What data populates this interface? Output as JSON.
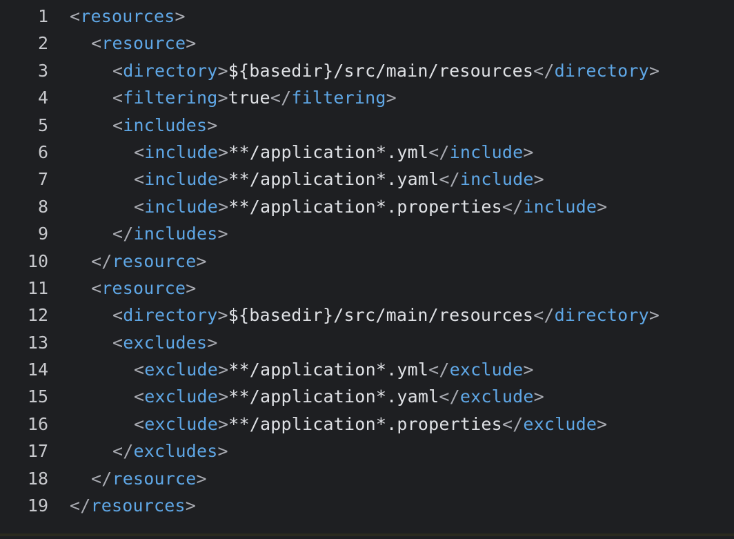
{
  "editor": {
    "colors": {
      "background": "#1e1f22",
      "tag": "#5fa7e6",
      "bracket": "#a9abb2",
      "text": "#dfe1e5",
      "line_number": "#c7c8cc"
    },
    "lines": [
      {
        "number": "1",
        "indent": 0,
        "open": "<",
        "tag": "resources",
        "close": ">",
        "text": "",
        "end_open": "",
        "end_tag": "",
        "end_close": ""
      },
      {
        "number": "2",
        "indent": 1,
        "open": "<",
        "tag": "resource",
        "close": ">",
        "text": "",
        "end_open": "",
        "end_tag": "",
        "end_close": ""
      },
      {
        "number": "3",
        "indent": 2,
        "open": "<",
        "tag": "directory",
        "close": ">",
        "text": "${basedir}/src/main/resources",
        "end_open": "</",
        "end_tag": "directory",
        "end_close": ">"
      },
      {
        "number": "4",
        "indent": 2,
        "open": "<",
        "tag": "filtering",
        "close": ">",
        "text": "true",
        "end_open": "</",
        "end_tag": "filtering",
        "end_close": ">"
      },
      {
        "number": "5",
        "indent": 2,
        "open": "<",
        "tag": "includes",
        "close": ">",
        "text": "",
        "end_open": "",
        "end_tag": "",
        "end_close": ""
      },
      {
        "number": "6",
        "indent": 3,
        "open": "<",
        "tag": "include",
        "close": ">",
        "text": "**/application*.yml",
        "end_open": "</",
        "end_tag": "include",
        "end_close": ">"
      },
      {
        "number": "7",
        "indent": 3,
        "open": "<",
        "tag": "include",
        "close": ">",
        "text": "**/application*.yaml",
        "end_open": "</",
        "end_tag": "include",
        "end_close": ">"
      },
      {
        "number": "8",
        "indent": 3,
        "open": "<",
        "tag": "include",
        "close": ">",
        "text": "**/application*.properties",
        "end_open": "</",
        "end_tag": "include",
        "end_close": ">"
      },
      {
        "number": "9",
        "indent": 2,
        "open": "</",
        "tag": "includes",
        "close": ">",
        "text": "",
        "end_open": "",
        "end_tag": "",
        "end_close": ""
      },
      {
        "number": "10",
        "indent": 1,
        "open": "</",
        "tag": "resource",
        "close": ">",
        "text": "",
        "end_open": "",
        "end_tag": "",
        "end_close": ""
      },
      {
        "number": "11",
        "indent": 1,
        "open": "<",
        "tag": "resource",
        "close": ">",
        "text": "",
        "end_open": "",
        "end_tag": "",
        "end_close": ""
      },
      {
        "number": "12",
        "indent": 2,
        "open": "<",
        "tag": "directory",
        "close": ">",
        "text": "${basedir}/src/main/resources",
        "end_open": "</",
        "end_tag": "directory",
        "end_close": ">"
      },
      {
        "number": "13",
        "indent": 2,
        "open": "<",
        "tag": "excludes",
        "close": ">",
        "text": "",
        "end_open": "",
        "end_tag": "",
        "end_close": ""
      },
      {
        "number": "14",
        "indent": 3,
        "open": "<",
        "tag": "exclude",
        "close": ">",
        "text": "**/application*.yml",
        "end_open": "</",
        "end_tag": "exclude",
        "end_close": ">"
      },
      {
        "number": "15",
        "indent": 3,
        "open": "<",
        "tag": "exclude",
        "close": ">",
        "text": "**/application*.yaml",
        "end_open": "</",
        "end_tag": "exclude",
        "end_close": ">"
      },
      {
        "number": "16",
        "indent": 3,
        "open": "<",
        "tag": "exclude",
        "close": ">",
        "text": "**/application*.properties",
        "end_open": "</",
        "end_tag": "exclude",
        "end_close": ">"
      },
      {
        "number": "17",
        "indent": 2,
        "open": "</",
        "tag": "excludes",
        "close": ">",
        "text": "",
        "end_open": "",
        "end_tag": "",
        "end_close": ""
      },
      {
        "number": "18",
        "indent": 1,
        "open": "</",
        "tag": "resource",
        "close": ">",
        "text": "",
        "end_open": "",
        "end_tag": "",
        "end_close": ""
      },
      {
        "number": "19",
        "indent": 0,
        "open": "</",
        "tag": "resources",
        "close": ">",
        "text": "",
        "end_open": "",
        "end_tag": "",
        "end_close": ""
      }
    ]
  }
}
